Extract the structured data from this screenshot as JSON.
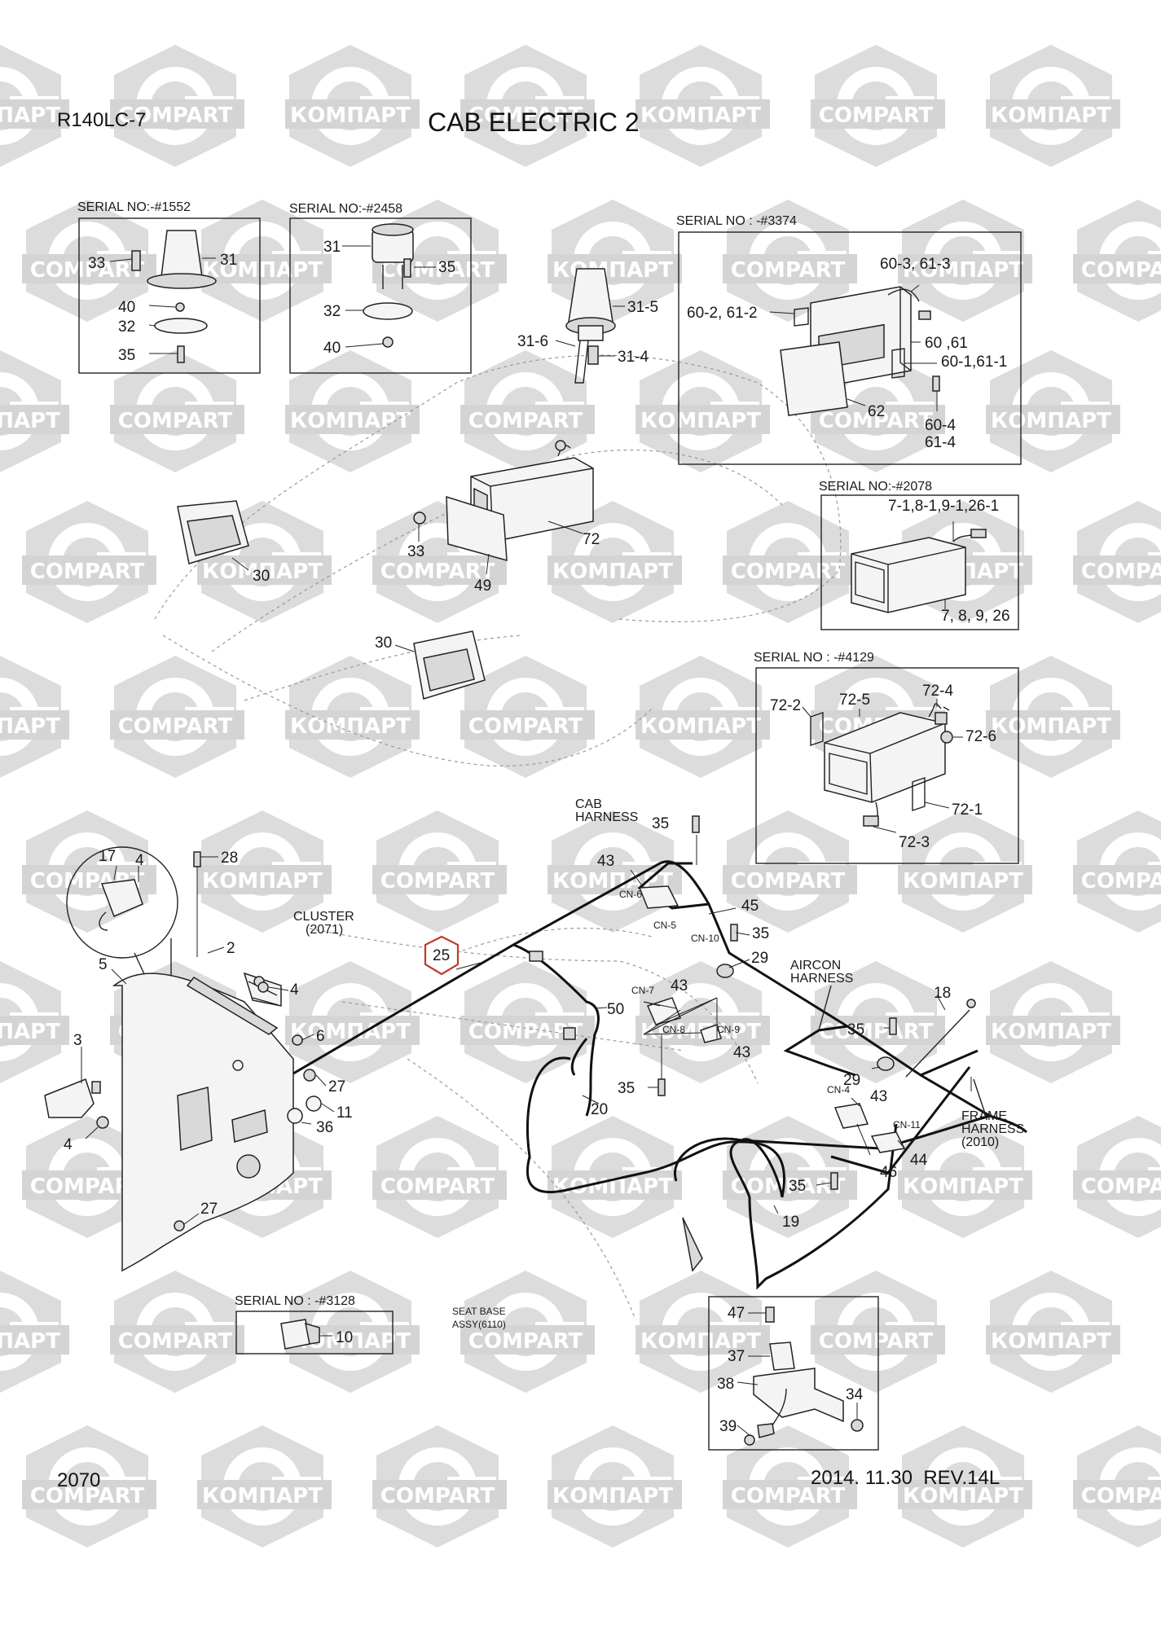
{
  "header": {
    "model": "R140LC-7",
    "title": "CAB ELECTRIC 2",
    "page_number": "2070",
    "revision": "2014. 11.30  REV.14L"
  },
  "watermark": {
    "text_cyrillic": "КОМПАРТ",
    "text_latin": "COMPART",
    "color": "#d4d4d4"
  },
  "serial_boxes": [
    {
      "id": "s1552",
      "label": "SERIAL NO:-#1552"
    },
    {
      "id": "s2458",
      "label": "SERIAL NO:-#2458"
    },
    {
      "id": "s3374",
      "label": "SERIAL NO : -#3374"
    },
    {
      "id": "s2078",
      "label": "SERIAL NO:-#2078"
    },
    {
      "id": "s4129",
      "label": "SERIAL NO : -#4129"
    },
    {
      "id": "s3128",
      "label": "SERIAL NO : -#3128"
    }
  ],
  "text_labels": {
    "cab_harness": [
      "CAB",
      "HARNESS"
    ],
    "cluster": [
      "CLUSTER",
      "(2071)"
    ],
    "aircon_harness": [
      "AIRCON",
      "HARNESS"
    ],
    "frame_harness": [
      "FRAME",
      "HARNESS",
      "(2010)"
    ],
    "seat_base": [
      "SEAT BASE",
      "ASSY(6110)"
    ]
  },
  "connectors": [
    "CN-6",
    "CN-5",
    "CN-10",
    "CN-7",
    "CN-8",
    "CN-9",
    "CN-4",
    "CN-11"
  ],
  "callouts": {
    "b1": [
      "33",
      "31",
      "40",
      "32",
      "35"
    ],
    "b2": [
      "31",
      "35",
      "32",
      "40"
    ],
    "beacon": [
      "31-5",
      "31-6",
      "31-4"
    ],
    "b3": [
      "60-3, 61-3",
      "60-2, 61-2",
      "60 ,61",
      "60-1,61-1",
      "62",
      "60-4",
      "61-4"
    ],
    "radio": [
      "33",
      "72",
      "49"
    ],
    "b4": [
      "7-1,8-1,9-1,26-1",
      "7, 8, 9, 26"
    ],
    "lamps": [
      "30",
      "30"
    ],
    "b5": [
      "72-2",
      "72-5",
      "72-4",
      "72-6",
      "72-1",
      "72-3"
    ],
    "cab": [
      "17",
      "4",
      "28",
      "2",
      "5",
      "4",
      "6",
      "3",
      "4",
      "27",
      "11",
      "36",
      "27"
    ],
    "harness": [
      "35",
      "43",
      "45",
      "35",
      "29",
      "25",
      "50",
      "43",
      "43",
      "35",
      "20",
      "18",
      "35",
      "29",
      "43",
      "44",
      "46",
      "35",
      "19"
    ],
    "b6": [
      "10"
    ],
    "b7": [
      "47",
      "37",
      "38",
      "34",
      "39"
    ]
  },
  "highlight": {
    "label": "25",
    "color": "#c0392b"
  }
}
